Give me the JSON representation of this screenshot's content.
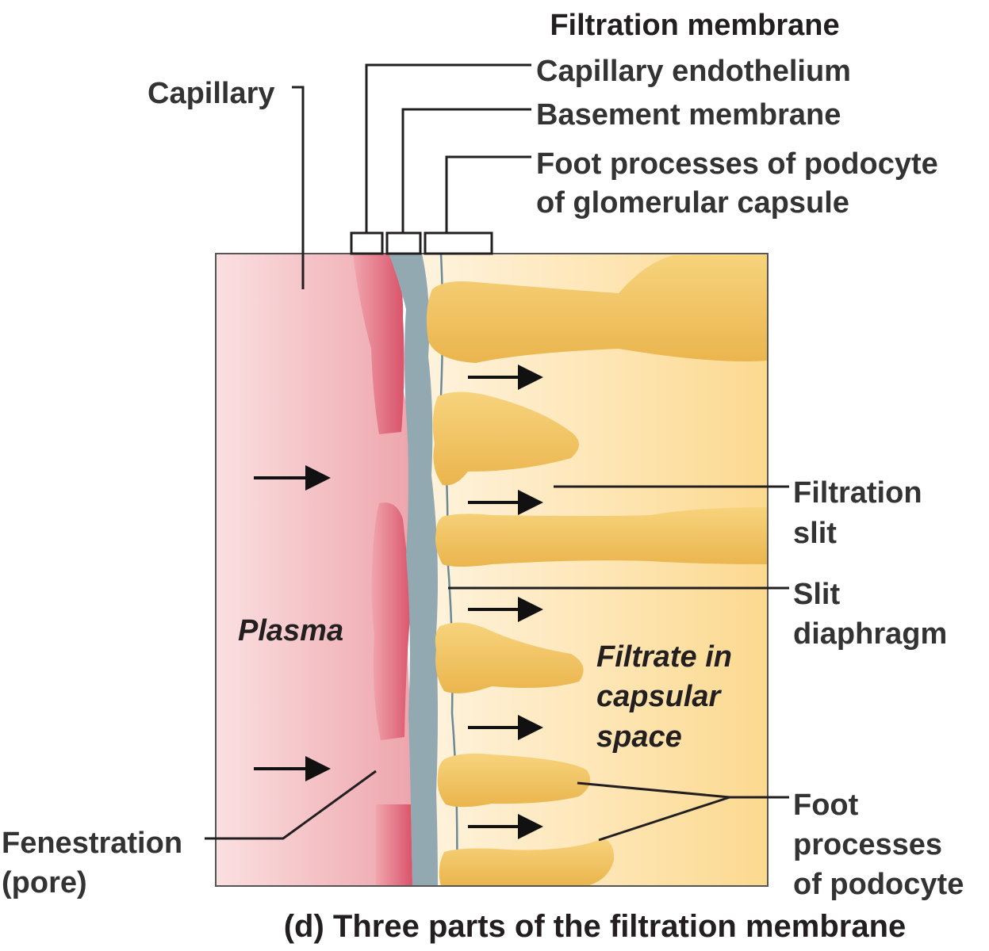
{
  "title": "Filtration membrane",
  "labels": {
    "capillary": "Capillary",
    "capillary_endothelium": "Capillary endothelium",
    "basement_membrane": "Basement membrane",
    "foot_processes_capsule_line1": "Foot processes of podocyte",
    "foot_processes_capsule_line2": "of glomerular capsule",
    "filtration_slit_line1": "Filtration",
    "filtration_slit_line2": "slit",
    "slit_diaphragm_line1": "Slit",
    "slit_diaphragm_line2": "diaphragm",
    "foot_processes_line1": "Foot",
    "foot_processes_line2": "processes",
    "foot_processes_line3": "of podocyte",
    "fenestration_line1": "Fenestration",
    "fenestration_line2": "(pore)"
  },
  "regions": {
    "plasma": "Plasma",
    "filtrate_line1": "Filtrate in",
    "filtrate_line2": "capsular",
    "filtrate_line3": "space"
  },
  "caption": "(d) Three parts of the filtration membrane",
  "colors": {
    "plasma": "#f2b4b8",
    "endothelium": "#e0707e",
    "basement_membrane": "#8fa5ad",
    "capsular_space": "#fde3b0",
    "foot_process": "#f2c15e",
    "text": "#231f20"
  }
}
